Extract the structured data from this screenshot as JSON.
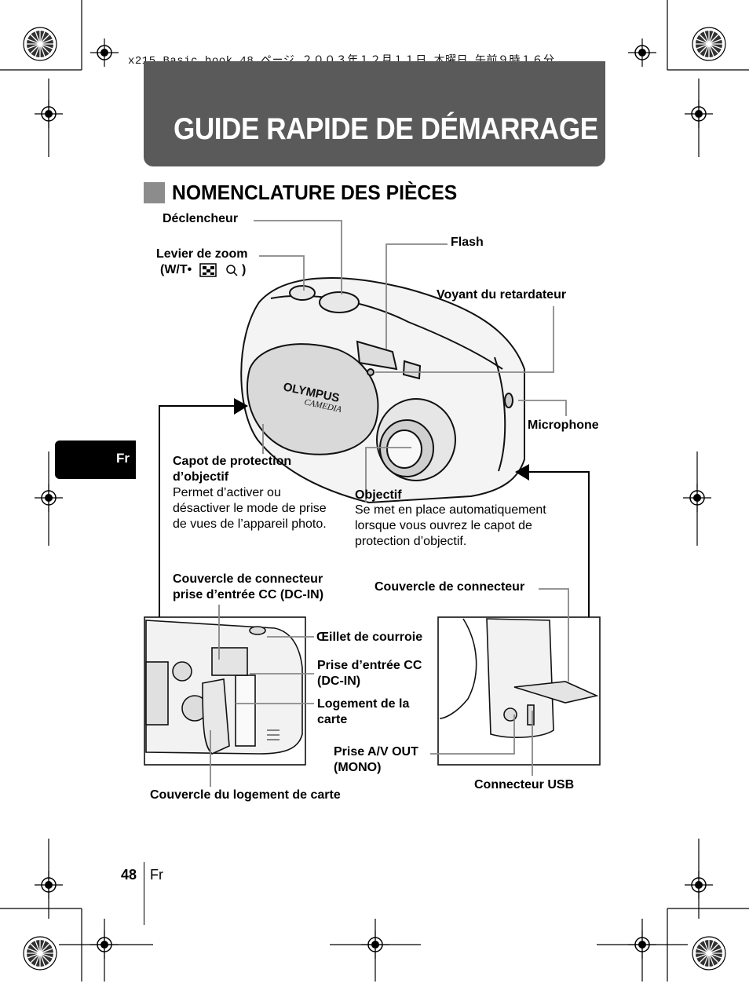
{
  "print_header": "x215_Basic.book  48 ページ  ２００３年１２月１１日  木曜日  午前９時１６分",
  "title": "GUIDE RAPIDE DE DÉMARRAGE",
  "section_title": "NOMENCLATURE DES PIÈCES",
  "brand": {
    "logo": "OLYMPUS",
    "sub": "CAMEDIA"
  },
  "labels": {
    "declencheur": "Déclencheur",
    "flash": "Flash",
    "levier_zoom_1": "Levier de zoom",
    "levier_zoom_2": "(W/T•",
    "levier_zoom_3": ")",
    "voyant": "Voyant du retardateur",
    "microphone": "Microphone",
    "capot_title_1": "Capot de protection",
    "capot_title_2": "d’objectif",
    "capot_desc_1": "Permet d’activer ou",
    "capot_desc_2": "désactiver le mode de prise",
    "capot_desc_3": "de vues de l’appareil photo.",
    "objectif_title": "Objectif",
    "objectif_desc_1": "Se met en place automatiquement",
    "objectif_desc_2": "lorsque vous ouvrez le capot de",
    "objectif_desc_3": "protection d’objectif.",
    "couv_dcin_1": "Couvercle de connecteur",
    "couv_dcin_2": "prise d’entrée CC (DC-IN)",
    "couv_connecteur": "Couvercle de connecteur",
    "oeillet": "Œillet de courroie",
    "prise_cc_1": "Prise d’entrée CC",
    "prise_cc_2": "(DC-IN)",
    "logement_1": "Logement de la",
    "logement_2": "carte",
    "prise_av_1": "Prise A/V OUT",
    "prise_av_2": "(MONO)",
    "couv_logement": "Couvercle du logement de carte",
    "connecteur_usb": "Connecteur USB"
  },
  "lang_tab": "Fr",
  "footer": {
    "page_number": "48",
    "lang": "Fr"
  }
}
